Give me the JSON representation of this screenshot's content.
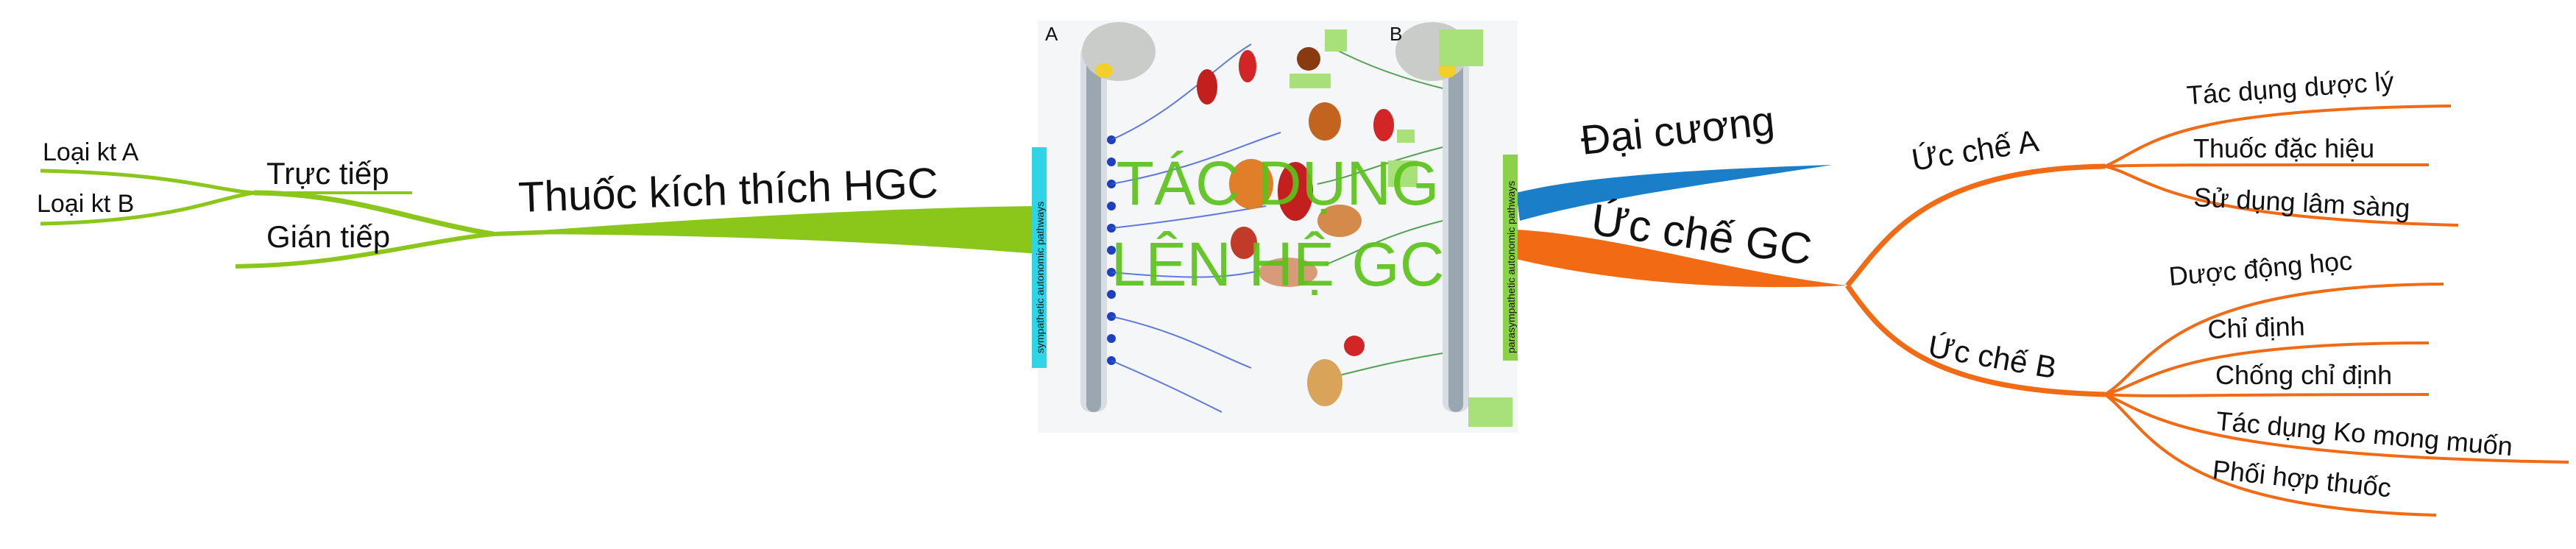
{
  "center": {
    "title_line1": "TÁC DỤNG",
    "title_line2": "LÊN HỆ GC",
    "image": "autonomic-nervous-system-anatomy-illustration"
  },
  "left": {
    "main": "Thuốc kích thích HGC",
    "branches": [
      {
        "label": "Trực tiếp",
        "children": [
          "Loại kt A",
          "Loại kt B"
        ]
      },
      {
        "label": "Gián tiếp",
        "children": []
      }
    ]
  },
  "right": {
    "dai_cuong": "Đại cương",
    "main": "Ức chế GC",
    "branches": [
      {
        "label": "Ức chế A",
        "children": [
          "Tác dụng dược lý",
          "Thuốc đặc hiệu",
          "Sử dụng lâm sàng"
        ]
      },
      {
        "label": "Ức chế B",
        "children": [
          "Dược động học",
          "Chỉ định",
          "Chống chỉ định",
          "Tác dụng Ko mong muốn",
          "Phối hợp thuốc"
        ]
      }
    ]
  },
  "colors": {
    "left_branch": "#8bc61a",
    "right_branch": "#f26a14",
    "dai_cuong_branch": "#1a7fc8",
    "center_text": "#5cc21a"
  },
  "image_labels": {
    "panel_a": "A",
    "panel_b": "B",
    "left_tag": "sympathetic autonomic pathways",
    "right_tag": "parasympathetic autonomic pathways"
  }
}
